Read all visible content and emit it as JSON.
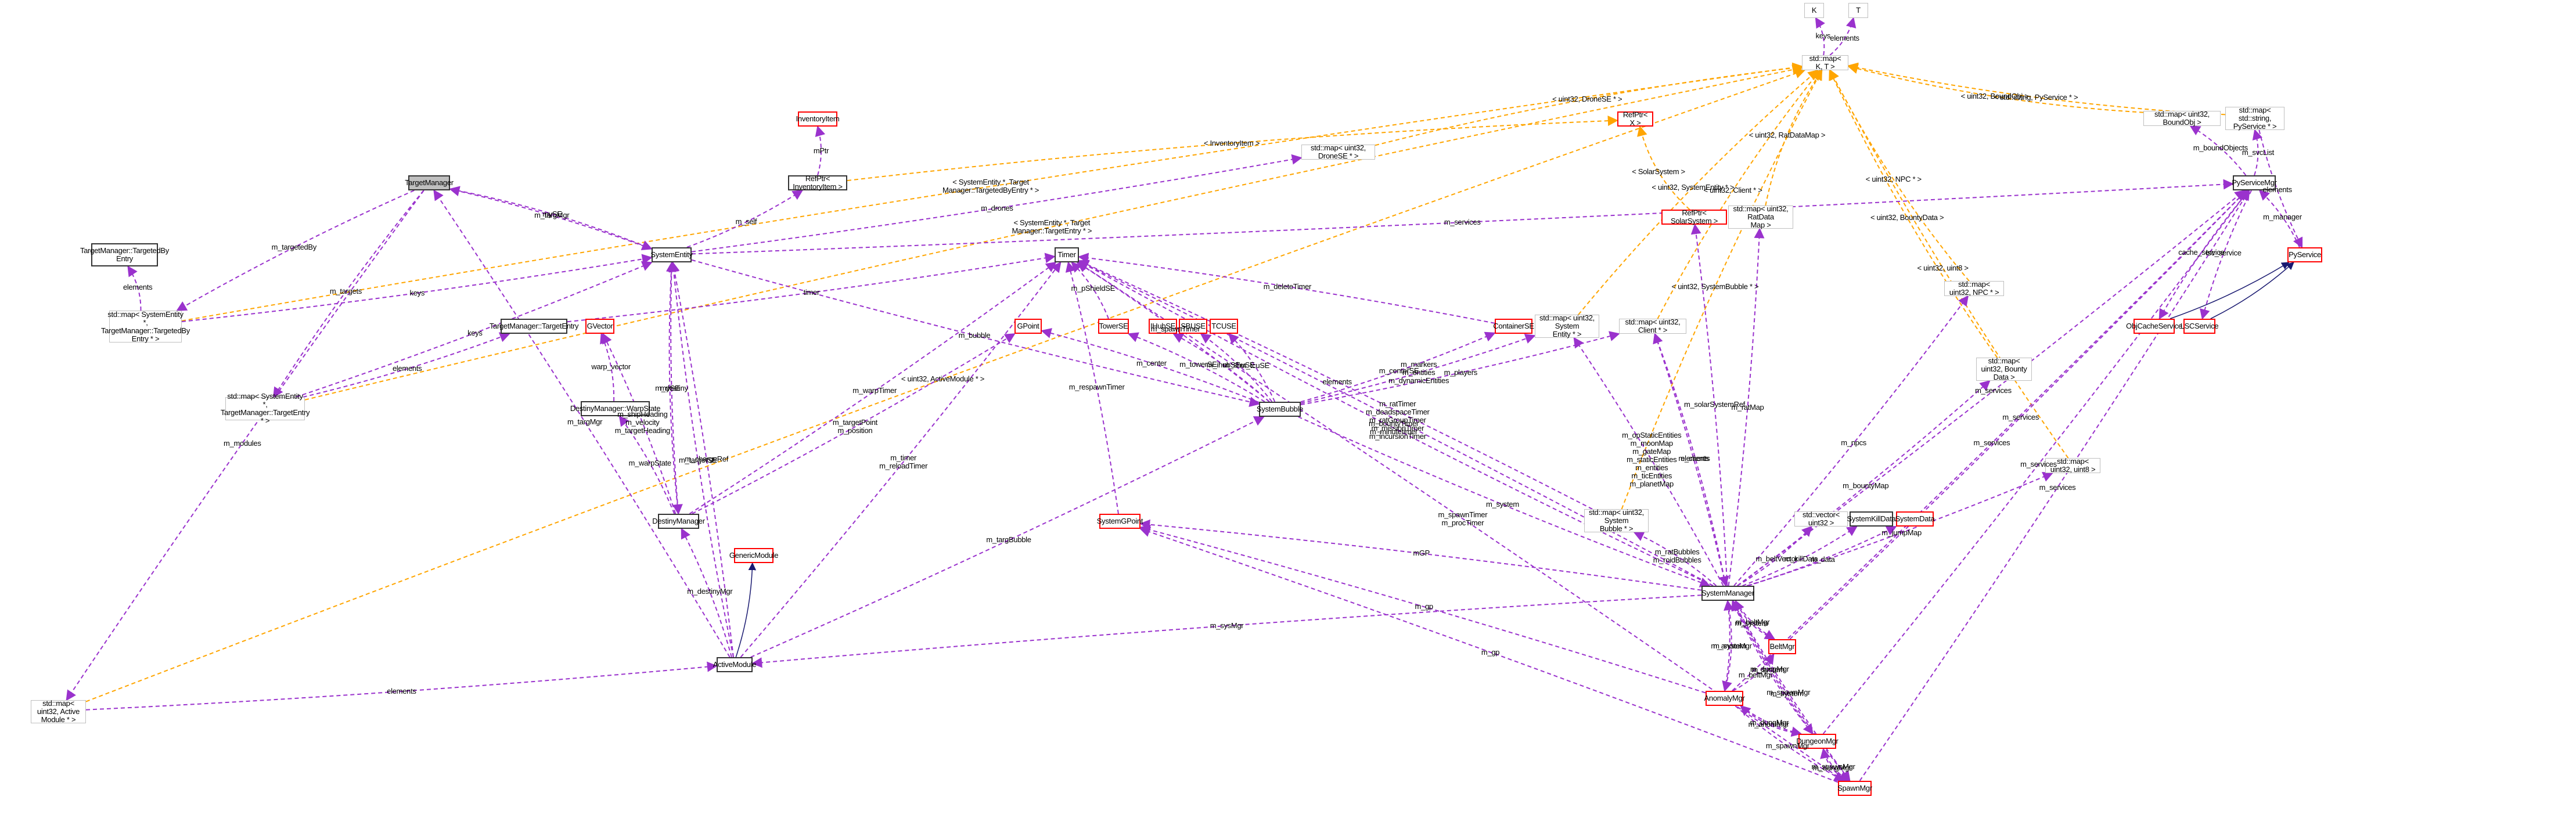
{
  "title": "SystemManager collaboration diagram",
  "colors": {
    "member_edge": "#9a32cd",
    "template_edge": "#ffa500",
    "inherit_edge": "#191970",
    "focus_fill": "#bfbfbf"
  },
  "nodes": [
    {
      "id": "K",
      "label": "K",
      "style": "grey"
    },
    {
      "id": "T",
      "label": "T",
      "style": "grey"
    },
    {
      "id": "map_KT",
      "label": "std::map< K, T >",
      "style": "grey"
    },
    {
      "id": "TargetManager",
      "label": "TargetManager",
      "style": "focus"
    },
    {
      "id": "InventoryItem",
      "label": "InventoryItem",
      "style": "red"
    },
    {
      "id": "RefPtr_InventoryItem",
      "label": "RefPtr< InventoryItem >",
      "style": "black"
    },
    {
      "id": "map_DroneSE",
      "label": "std::map< uint32, DroneSE * >",
      "style": "grey"
    },
    {
      "id": "RefPtr_X",
      "label": "RefPtr< X >",
      "style": "red"
    },
    {
      "id": "RefPtr_SolarSystem",
      "label": "RefPtr< SolarSystem >",
      "style": "red"
    },
    {
      "id": "map_RatDataMap",
      "label": "std::map< uint32, RatData\nMap >",
      "style": "grey"
    },
    {
      "id": "map_BoundObj",
      "label": "std::map< uint32, BoundObj >",
      "style": "grey"
    },
    {
      "id": "map_PyService",
      "label": "std::map< std::string,\nPyService * >",
      "style": "grey"
    },
    {
      "id": "PyServiceMgr",
      "label": "PyServiceMgr",
      "style": "black"
    },
    {
      "id": "PyService",
      "label": "PyService",
      "style": "red"
    },
    {
      "id": "ObjCacheService",
      "label": "ObjCacheService",
      "style": "red"
    },
    {
      "id": "LSCService",
      "label": "LSCService",
      "style": "red"
    },
    {
      "id": "TargetedByEntry",
      "label": "TargetManager::TargetedBy\nEntry",
      "style": "black"
    },
    {
      "id": "SystemEntity",
      "label": "SystemEntity",
      "style": "black"
    },
    {
      "id": "Timer",
      "label": "Timer",
      "style": "black"
    },
    {
      "id": "map_TargetedBy",
      "label": "std::map< SystemEntity\n*, TargetManager::TargetedBy\nEntry * >",
      "style": "grey"
    },
    {
      "id": "TargetEntry",
      "label": "TargetManager::TargetEntry",
      "style": "black"
    },
    {
      "id": "GVector",
      "label": "GVector",
      "style": "red"
    },
    {
      "id": "GPoint",
      "label": "GPoint",
      "style": "red"
    },
    {
      "id": "TowerSE",
      "label": "TowerSE",
      "style": "red"
    },
    {
      "id": "IHubSE",
      "label": "IHubSE",
      "style": "red"
    },
    {
      "id": "SBUSE",
      "label": "SBUSE",
      "style": "red"
    },
    {
      "id": "TCUSE",
      "label": "TCUSE",
      "style": "red"
    },
    {
      "id": "ContainerSE",
      "label": "ContainerSE",
      "style": "red"
    },
    {
      "id": "map_SystemEntity",
      "label": "std::map< uint32, System\nEntity * >",
      "style": "grey"
    },
    {
      "id": "map_Client",
      "label": "std::map< uint32, Client * >",
      "style": "grey"
    },
    {
      "id": "map_NPC",
      "label": "std::map< uint32, NPC * >",
      "style": "grey"
    },
    {
      "id": "map_BountyData",
      "label": "std::map< uint32, Bounty\nData >",
      "style": "grey"
    },
    {
      "id": "map_TargetEntry",
      "label": "std::map< SystemEntity\n*, TargetManager::TargetEntry * >",
      "style": "grey"
    },
    {
      "id": "WarpState",
      "label": "DestinyManager::WarpState",
      "style": "black"
    },
    {
      "id": "SystemBubble",
      "label": "SystemBubble",
      "style": "black"
    },
    {
      "id": "DestinyManager",
      "label": "DestinyManager",
      "style": "black"
    },
    {
      "id": "GenericModule",
      "label": "GenericModule",
      "style": "red"
    },
    {
      "id": "SystemGPoint",
      "label": "SystemGPoint",
      "style": "red"
    },
    {
      "id": "map_SystemBubble",
      "label": "std::map< uint32, System\nBubble * >",
      "style": "grey"
    },
    {
      "id": "vector_uint32",
      "label": "std::vector< uint32 >",
      "style": "grey"
    },
    {
      "id": "SystemKillData",
      "label": "SystemKillData",
      "style": "black"
    },
    {
      "id": "SystemData",
      "label": "SystemData",
      "style": "red"
    },
    {
      "id": "map_uint8",
      "label": "std::map< uint32, uint8 >",
      "style": "grey"
    },
    {
      "id": "map_ActiveModule",
      "label": "std::map< uint32, Active\nModule * >",
      "style": "grey"
    },
    {
      "id": "ActiveModule",
      "label": "ActiveModule",
      "style": "black"
    },
    {
      "id": "SystemManager",
      "label": "SystemManager",
      "style": "black"
    },
    {
      "id": "BeltMgr",
      "label": "BeltMgr",
      "style": "red"
    },
    {
      "id": "AnomalyMgr",
      "label": "AnomalyMgr",
      "style": "red"
    },
    {
      "id": "DungeonMgr",
      "label": "DungeonMgr",
      "style": "red"
    },
    {
      "id": "SpawnMgr",
      "label": "SpawnMgr",
      "style": "red"
    }
  ],
  "edges": [
    {
      "from": "map_KT",
      "to": "K",
      "kind": "member",
      "label": "keys"
    },
    {
      "from": "map_KT",
      "to": "T",
      "kind": "member",
      "label": "elements"
    },
    {
      "from": "map_DroneSE",
      "to": "map_KT",
      "kind": "template",
      "label": "< uint32, DroneSE * >"
    },
    {
      "from": "RefPtr_InventoryItem",
      "to": "RefPtr_X",
      "kind": "template",
      "label": "< InventoryItem >"
    },
    {
      "from": "RefPtr_SolarSystem",
      "to": "RefPtr_X",
      "kind": "template",
      "label": "< SolarSystem >"
    },
    {
      "from": "map_SystemEntity",
      "to": "map_KT",
      "kind": "template",
      "label": "< uint32, SystemEntity * >"
    },
    {
      "from": "map_Client",
      "to": "map_KT",
      "kind": "template",
      "label": "< uint32, Client * >"
    },
    {
      "from": "map_RatDataMap",
      "to": "map_KT",
      "kind": "template",
      "label": "< uint32, RatDataMap >"
    },
    {
      "from": "map_NPC",
      "to": "map_KT",
      "kind": "template",
      "label": "< uint32, NPC * >"
    },
    {
      "from": "map_BountyData",
      "to": "map_KT",
      "kind": "template",
      "label": "< uint32, BountyData >"
    },
    {
      "from": "map_SystemBubble",
      "to": "map_KT",
      "kind": "template",
      "label": "< uint32, SystemBubble * >"
    },
    {
      "from": "map_uint8",
      "to": "map_KT",
      "kind": "template",
      "label": "< uint32, uint8 >"
    },
    {
      "from": "map_BoundObj",
      "to": "map_KT",
      "kind": "template",
      "label": "< uint32, BoundObj >"
    },
    {
      "from": "map_PyService",
      "to": "map_KT",
      "kind": "template",
      "label": "< std::string, PyService * >"
    },
    {
      "from": "map_TargetedBy",
      "to": "map_KT",
      "kind": "template",
      "label": "< SystemEntity *, Target\nManager::TargetedByEntry * >"
    },
    {
      "from": "map_TargetEntry",
      "to": "map_KT",
      "kind": "template",
      "label": "< SystemEntity *, Target\nManager::TargetEntry * >"
    },
    {
      "from": "map_ActiveModule",
      "to": "map_KT",
      "kind": "template",
      "label": "< uint32, ActiveModule * >"
    },
    {
      "from": "RefPtr_InventoryItem",
      "to": "InventoryItem",
      "kind": "member",
      "label": "mPtr"
    },
    {
      "from": "SystemEntity",
      "to": "RefPtr_InventoryItem",
      "kind": "member",
      "label": "m_self"
    },
    {
      "from": "SystemEntity",
      "to": "TargetManager",
      "kind": "member",
      "label": "m_targMgr"
    },
    {
      "from": "TargetManager",
      "to": "SystemEntity",
      "kind": "member",
      "label": "mySE"
    },
    {
      "from": "TargetManager",
      "to": "map_TargetedBy",
      "kind": "member",
      "label": "m_targetedBy"
    },
    {
      "from": "TargetManager",
      "to": "map_TargetEntry",
      "kind": "member",
      "label": "m_targets"
    },
    {
      "from": "map_TargetedBy",
      "to": "TargetedByEntry",
      "kind": "member",
      "label": "elements"
    },
    {
      "from": "map_TargetedBy",
      "to": "SystemEntity",
      "kind": "member",
      "label": "keys"
    },
    {
      "from": "map_TargetEntry",
      "to": "TargetEntry",
      "kind": "member",
      "label": "elements"
    },
    {
      "from": "map_TargetEntry",
      "to": "SystemEntity",
      "kind": "member",
      "label": "keys"
    },
    {
      "from": "TargetEntry",
      "to": "Timer",
      "kind": "member",
      "label": "timer"
    },
    {
      "from": "map_ActiveModule",
      "to": "ActiveModule",
      "kind": "member",
      "label": "elements"
    },
    {
      "from": "TargetManager",
      "to": "map_ActiveModule",
      "kind": "member",
      "label": "m_modules"
    },
    {
      "from": "ActiveModule",
      "to": "TargetManager",
      "kind": "member",
      "label": "m_targMgr"
    },
    {
      "from": "SystemEntity",
      "to": "DestinyManager",
      "kind": "member",
      "label": "m_destiny"
    },
    {
      "from": "DestinyManager",
      "to": "GVector",
      "kind": "member",
      "label": "m_shipHeading\nm_velocity\nm_targetHeading"
    },
    {
      "from": "WarpState",
      "to": "GVector",
      "kind": "member",
      "label": "warp_vector"
    },
    {
      "from": "DestinyManager",
      "to": "WarpState",
      "kind": "member",
      "label": "m_warpState"
    },
    {
      "from": "DestinyManager",
      "to": "SystemEntity",
      "kind": "member",
      "label": "mySE"
    },
    {
      "from": "ActiveModule",
      "to": "SystemEntity",
      "kind": "member",
      "label": "m_chargeRef"
    },
    {
      "from": "DestinyManager",
      "to": "Timer",
      "kind": "member",
      "label": "m_warpTimer"
    },
    {
      "from": "DestinyManager",
      "to": "GPoint",
      "kind": "member",
      "label": "m_targetPoint\nm_position"
    },
    {
      "from": "ActiveModule",
      "to": "SystemEntity",
      "kind": "member",
      "label": "m_targetSE"
    },
    {
      "from": "ActiveModule",
      "to": "SystemBubble",
      "kind": "member",
      "label": "m_targBubble"
    },
    {
      "from": "ActiveModule",
      "to": "Timer",
      "kind": "member",
      "label": "m_timer\nm_reloadTimer"
    },
    {
      "from": "ActiveModule",
      "to": "DestinyManager",
      "kind": "member",
      "label": "m_destinyMgr"
    },
    {
      "from": "ActiveModule",
      "to": "GenericModule",
      "kind": "inherit",
      "label": ""
    },
    {
      "from": "SystemEntity",
      "to": "SystemBubble",
      "kind": "member",
      "label": "m_bubble"
    },
    {
      "from": "SystemBubble",
      "to": "GPoint",
      "kind": "member",
      "label": "m_center"
    },
    {
      "from": "SystemBubble",
      "to": "TowerSE",
      "kind": "member",
      "label": "m_towerSE"
    },
    {
      "from": "SystemBubble",
      "to": "IHubSE",
      "kind": "member",
      "label": "m_ihubSE"
    },
    {
      "from": "SystemBubble",
      "to": "SBUSE",
      "kind": "member",
      "label": "m_sbuSE"
    },
    {
      "from": "SystemBubble",
      "to": "TCUSE",
      "kind": "member",
      "label": "m_tcuSE"
    },
    {
      "from": "SystemBubble",
      "to": "ContainerSE",
      "kind": "member",
      "label": "m_centerSE"
    },
    {
      "from": "SystemBubble",
      "to": "map_SystemEntity",
      "kind": "member",
      "label": "m_markers\nm_entities\nm_dynamicEntities"
    },
    {
      "from": "SystemBubble",
      "to": "map_Client",
      "kind": "member",
      "label": "m_players"
    },
    {
      "from": "SystemBubble",
      "to": "SystemManager",
      "kind": "member",
      "label": "m_system"
    },
    {
      "from": "SystemBubble",
      "to": "Timer",
      "kind": "member",
      "label": "m_spawnTimer"
    },
    {
      "from": "TowerSE",
      "to": "Timer",
      "kind": "member",
      "label": "m_pShieldSE"
    },
    {
      "from": "ContainerSE",
      "to": "Timer",
      "kind": "member",
      "label": "m_deleteTimer"
    },
    {
      "from": "map_SystemBubble",
      "to": "Timer",
      "kind": "member",
      "label": "elements"
    },
    {
      "from": "SystemEntity",
      "to": "map_DroneSE",
      "kind": "member",
      "label": "m_drones"
    },
    {
      "from": "SystemGPoint",
      "to": "Timer",
      "kind": "member",
      "label": "m_respawnTimer"
    },
    {
      "from": "SystemManager",
      "to": "SystemGPoint",
      "kind": "member",
      "label": "mGP"
    },
    {
      "from": "SpawnMgr",
      "to": "SystemGPoint",
      "kind": "member",
      "label": "m_gp"
    },
    {
      "from": "AnomalyMgr",
      "to": "SystemGPoint",
      "kind": "member",
      "label": "m_gp"
    },
    {
      "from": "SpawnMgr",
      "to": "Timer",
      "kind": "member",
      "label": "m_spawnTimer\nm_procTimer"
    },
    {
      "from": "SystemManager",
      "to": "Timer",
      "kind": "member",
      "label": "m_ratTimer\nm_deadspaceTimer\nm_ratGroupTimer\nm_missionTimer\nm_incursionTimer"
    },
    {
      "from": "SystemManager",
      "to": "Timer",
      "kind": "member",
      "label": "m_bountyTimer\nm_minutetimer"
    },
    {
      "from": "SystemManager",
      "to": "map_SystemEntity",
      "kind": "member",
      "label": "m_opStaticEntities\nm_moonMap\nm_gateMap\nm_staticEntities\nm_entities\nm_ticEntities\nm_planetMap"
    },
    {
      "from": "SystemManager",
      "to": "map_Client",
      "kind": "member",
      "label": "m_clients"
    },
    {
      "from": "SystemManager",
      "to": "RefPtr_SolarSystem",
      "kind": "member",
      "label": "m_solarSystemRef"
    },
    {
      "from": "SystemManager",
      "to": "map_RatDataMap",
      "kind": "member",
      "label": "m_ratMap"
    },
    {
      "from": "SystemManager",
      "to": "map_NPC",
      "kind": "member",
      "label": "m_npcs"
    },
    {
      "from": "SystemManager",
      "to": "map_BountyData",
      "kind": "member",
      "label": "m_bountyMap"
    },
    {
      "from": "SystemManager",
      "to": "map_SystemBubble",
      "kind": "member",
      "label": "m_ratBubbles\nm_roidBubbles"
    },
    {
      "from": "SystemManager",
      "to": "vector_uint32",
      "kind": "member",
      "label": "m_beltVector"
    },
    {
      "from": "SystemManager",
      "to": "SystemKillData",
      "kind": "member",
      "label": "m_killData"
    },
    {
      "from": "SystemManager",
      "to": "SystemData",
      "kind": "member",
      "label": "m_data"
    },
    {
      "from": "SystemManager",
      "to": "map_uint8",
      "kind": "member",
      "label": "m_jumpMap"
    },
    {
      "from": "SystemManager",
      "to": "PyServiceMgr",
      "kind": "member",
      "label": "m_services"
    },
    {
      "from": "SystemManager",
      "to": "ActiveModule",
      "kind": "member",
      "label": "m_sysMgr"
    },
    {
      "from": "map_Client",
      "to": "SystemManager",
      "kind": "member",
      "label": "elements"
    },
    {
      "from": "SystemManager",
      "to": "BeltMgr",
      "kind": "member",
      "label": "m_beltMgr"
    },
    {
      "from": "BeltMgr",
      "to": "SystemManager",
      "kind": "member",
      "label": "m_system"
    },
    {
      "from": "AnomalyMgr",
      "to": "SystemManager",
      "kind": "member",
      "label": "m_system"
    },
    {
      "from": "SystemManager",
      "to": "AnomalyMgr",
      "kind": "member",
      "label": "m_anomMgr"
    },
    {
      "from": "AnomalyMgr",
      "to": "BeltMgr",
      "kind": "member",
      "label": "m_beltMgr"
    },
    {
      "from": "SystemManager",
      "to": "DungeonMgr",
      "kind": "member",
      "label": "m_dungMgr"
    },
    {
      "from": "DungeonMgr",
      "to": "SystemManager",
      "kind": "member",
      "label": "m_system"
    },
    {
      "from": "AnomalyMgr",
      "to": "DungeonMgr",
      "kind": "member",
      "label": "m_dungMgr"
    },
    {
      "from": "DungeonMgr",
      "to": "AnomalyMgr",
      "kind": "member",
      "label": "m_anomMgr"
    },
    {
      "from": "AnomalyMgr",
      "to": "SpawnMgr",
      "kind": "member",
      "label": "m_spawnMgr"
    },
    {
      "from": "DungeonMgr",
      "to": "SpawnMgr",
      "kind": "member",
      "label": "m_spawnMgr"
    },
    {
      "from": "SpawnMgr",
      "to": "DungeonMgr",
      "kind": "member",
      "label": "m_dungMgr"
    },
    {
      "from": "SystemManager",
      "to": "SpawnMgr",
      "kind": "member",
      "label": "m_spawnMgr"
    },
    {
      "from": "SpawnMgr",
      "to": "SystemManager",
      "kind": "member",
      "label": "m_system"
    },
    {
      "from": "BeltMgr",
      "to": "PyServiceMgr",
      "kind": "member",
      "label": "m_services"
    },
    {
      "from": "AnomalyMgr",
      "to": "PyServiceMgr",
      "kind": "member",
      "label": "m_services"
    },
    {
      "from": "DungeonMgr",
      "to": "PyServiceMgr",
      "kind": "member",
      "label": "m_services"
    },
    {
      "from": "SpawnMgr",
      "to": "PyServiceMgr",
      "kind": "member",
      "label": "m_services"
    },
    {
      "from": "SystemEntity",
      "to": "PyServiceMgr",
      "kind": "member",
      "label": "m_services"
    },
    {
      "from": "PyServiceMgr",
      "to": "map_BoundObj",
      "kind": "member",
      "label": "m_boundObjects"
    },
    {
      "from": "PyServiceMgr",
      "to": "map_PyService",
      "kind": "member",
      "label": "m_svcList"
    },
    {
      "from": "map_PyService",
      "to": "PyService",
      "kind": "member",
      "label": "elements"
    },
    {
      "from": "PyService",
      "to": "PyServiceMgr",
      "kind": "member",
      "label": "m_manager"
    },
    {
      "from": "PyServiceMgr",
      "to": "ObjCacheService",
      "kind": "member",
      "label": "cache_service"
    },
    {
      "from": "PyServiceMgr",
      "to": "LSCService",
      "kind": "member",
      "label": "lsc_service"
    },
    {
      "from": "ObjCacheService",
      "to": "PyService",
      "kind": "inherit",
      "label": ""
    },
    {
      "from": "LSCService",
      "to": "PyService",
      "kind": "inherit",
      "label": ""
    }
  ]
}
